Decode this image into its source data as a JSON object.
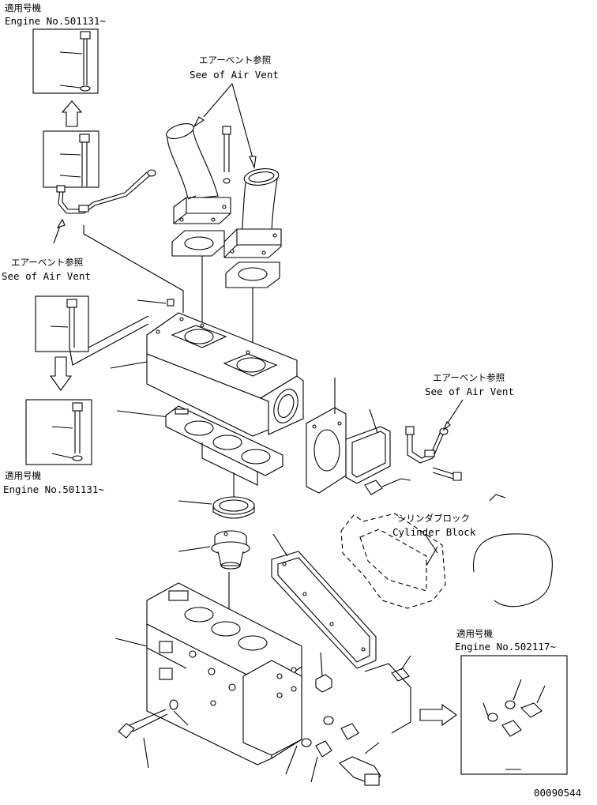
{
  "labels": {
    "applicable_jp": "適用号機",
    "engine_501131": "Engine No.501131~",
    "engine_502117": "Engine No.502117~",
    "air_vent_jp": "エアーベント参照",
    "air_vent_en": "See of Air Vent",
    "cylinder_block_jp": "シリンダブロック",
    "cylinder_block_en": "Cylinder Block",
    "drawing_number": "00090544"
  },
  "icons": {
    "arrow_up": "hollow-arrow-up",
    "arrow_down": "hollow-arrow-down",
    "arrow_right": "hollow-arrow-right"
  }
}
